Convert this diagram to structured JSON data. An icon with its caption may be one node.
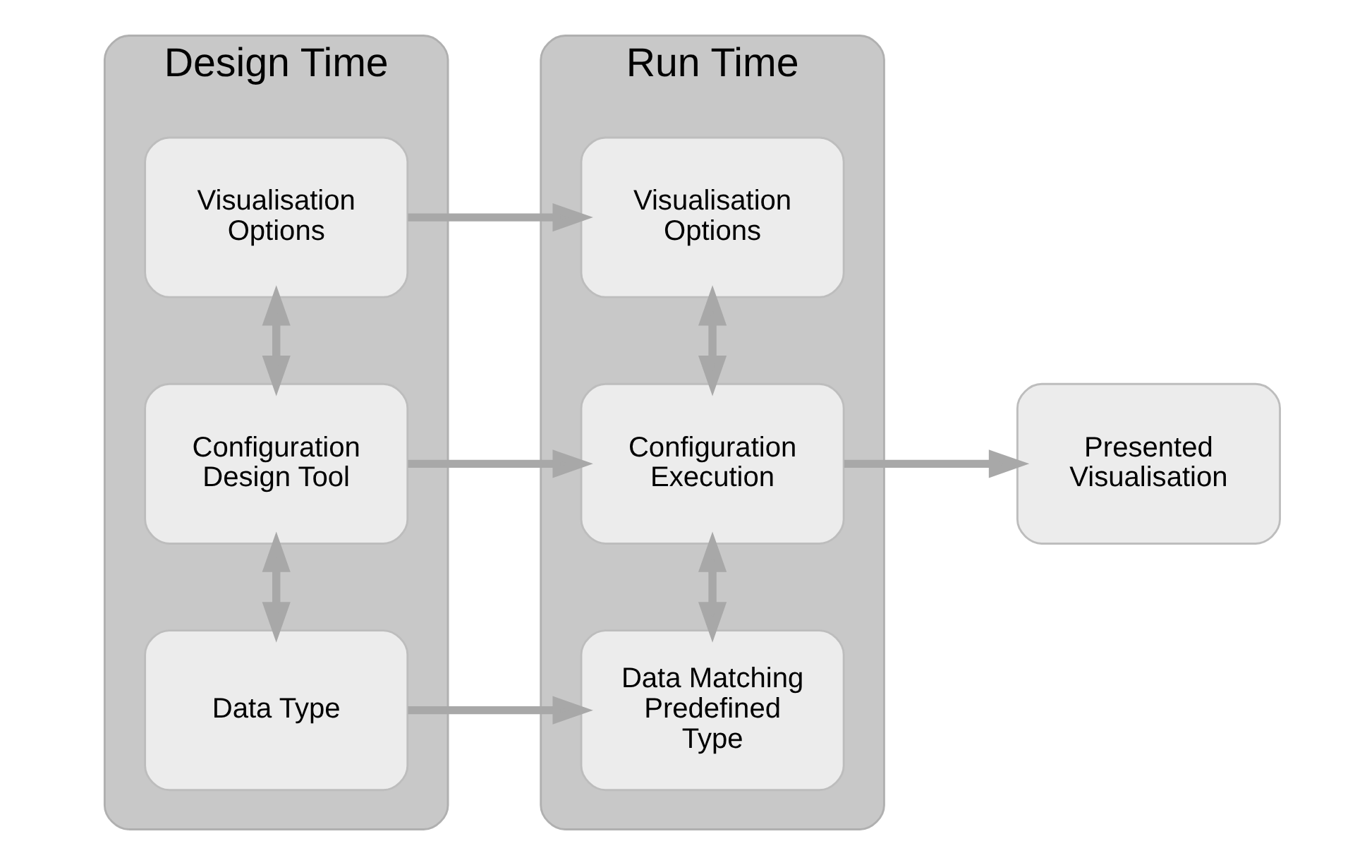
{
  "diagram": {
    "nodes": [
      {
        "text": [
          "Design Time"
        ]
      },
      {
        "text": [
          "Data Type"
        ],
        "in": 0
      },
      {
        "text": [
          "Configuration Design Tool"
        ],
        "in": 0
      },
      {
        "text": [
          "Visualisation Options"
        ],
        "in": 0
      },
      {
        "text": [
          "Run Time"
        ]
      },
      {
        "text": [
          "Data Matching Predefined Type"
        ],
        "in": 4
      },
      {
        "text": [
          "Configuration Execution"
        ],
        "in": 4
      },
      {
        "text": [
          "Visualisation Options"
        ],
        "in": 4
      },
      {
        "text": [
          "Presented Visualisation"
        ]
      }
    ],
    "edges": [
      {
        "from": 1,
        "to": 5,
        "arrow": "to"
      },
      {
        "from": 2,
        "to": 6,
        "arrow": "to"
      },
      {
        "from": 3,
        "to": 7,
        "arrow": "to"
      },
      {
        "from": 1,
        "to": 2,
        "arrow": "both"
      },
      {
        "from": 2,
        "to": 3,
        "arrow": "both"
      },
      {
        "from": 5,
        "to": 6,
        "arrow": "both"
      },
      {
        "from": 6,
        "to": 7,
        "arrow": "both"
      },
      {
        "from": 6,
        "to": 8,
        "arrow": "to"
      }
    ]
  }
}
